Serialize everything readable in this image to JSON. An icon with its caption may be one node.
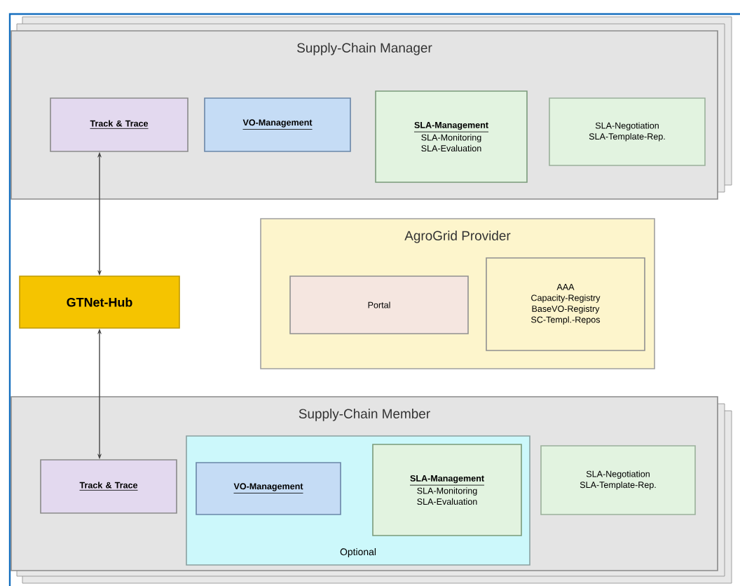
{
  "diagram": {
    "nodes": [
      {
        "text": [
          "Supply-Chain Manager"
        ]
      },
      {
        "text": [
          "Track & Trace"
        ],
        "in": 0
      },
      {
        "text": [
          "VO-Management"
        ],
        "in": 0
      },
      {
        "text": [
          "SLA-Management",
          "SLA-Monitoring",
          "SLA-Evaluation"
        ],
        "in": 0
      },
      {
        "text": [
          "SLA-Negotiation",
          "SLA-Template-Rep."
        ],
        "in": 0
      },
      {
        "text": [
          "GTNet-Hub"
        ]
      },
      {
        "text": [
          "AgroGrid Provider"
        ]
      },
      {
        "text": [
          "Portal"
        ],
        "in": 6
      },
      {
        "text": [
          "AAA",
          "Capacity-Registry",
          "BaseVO-Registry",
          "SC-Templ.-Repos"
        ],
        "in": 6
      },
      {
        "text": [
          "Supply-Chain Member"
        ]
      },
      {
        "text": [
          "Track & Trace"
        ],
        "in": 9
      },
      {
        "text": [
          "Optional"
        ],
        "in": 9
      },
      {
        "text": [
          "VO-Management"
        ],
        "in": 11
      },
      {
        "text": [
          "SLA-Management",
          "SLA-Monitoring",
          "SLA-Evaluation"
        ],
        "in": 11
      },
      {
        "text": [
          "SLA-Negotiation",
          "SLA-Template-Rep."
        ],
        "in": 9
      }
    ],
    "edges": [
      {
        "from": 5,
        "to": 1,
        "arrow": "both"
      },
      {
        "from": 5,
        "to": 10,
        "arrow": "both"
      }
    ]
  }
}
